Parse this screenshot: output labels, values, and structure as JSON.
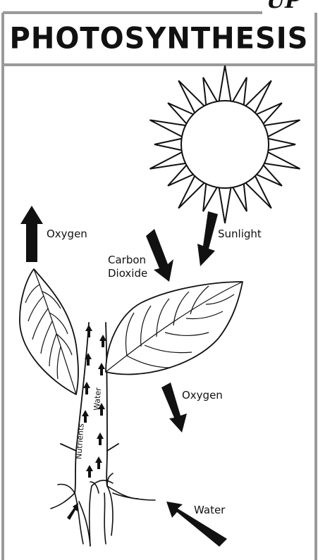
{
  "header": {
    "title": "PHOTOSYNTHESIS",
    "corner_text": "UP"
  },
  "labels": {
    "sunlight": "Sunlight",
    "oxygen_top": "Oxygen",
    "carbon_dioxide_line1": "Carbon",
    "carbon_dioxide_line2": "Dioxide",
    "oxygen_bottom": "Oxygen",
    "water_right": "Water",
    "stem_nutrients": "Nutrients",
    "stem_water": "Water"
  },
  "colors": {
    "ink": "#111111",
    "frame": "#9a9a9a",
    "background": "#ffffff"
  }
}
